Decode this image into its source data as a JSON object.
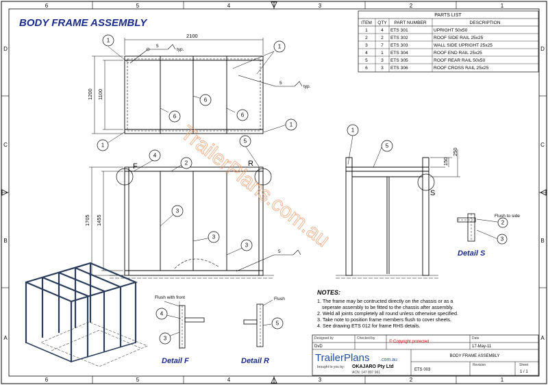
{
  "drawing_title": "BODY FRAME ASSEMBLY",
  "zones": {
    "columns": [
      "6",
      "5",
      "4",
      "3",
      "2",
      "1"
    ],
    "rows": [
      "D",
      "C",
      "B",
      "A"
    ]
  },
  "parts_list": {
    "title": "PARTS LIST",
    "headers": [
      "ITEM",
      "QTY",
      "PART NUMBER",
      "DESCRIPTION"
    ],
    "rows": [
      [
        "1",
        "4",
        "ETS 301",
        "UPRIGHT 50x50"
      ],
      [
        "2",
        "2",
        "ETS 302",
        "ROOF SIDE RAIL 25x25"
      ],
      [
        "3",
        "7",
        "ETS 303",
        "WALL SIDE UPRIGHT 25x25"
      ],
      [
        "4",
        "1",
        "ETS 304",
        "ROOF END RAIL 25x25"
      ],
      [
        "5",
        "3",
        "ETS 305",
        "ROOF REAR RAIL 50x50"
      ],
      [
        "6",
        "3",
        "ETS 306",
        "ROOF CROSS RAIL 25x25"
      ]
    ]
  },
  "dimensions": {
    "top_width": "2100",
    "top_depth_outer": "1200",
    "top_depth_inner": "1100",
    "side_height_outer": "1705",
    "side_height_inner": "1455",
    "end_top_1": "250",
    "end_top_2": "150"
  },
  "weld_symbols": {
    "size": "5",
    "note": "typ."
  },
  "section_letters": {
    "f": "F",
    "r": "R",
    "s": "S"
  },
  "details": {
    "f": {
      "title": "Detail F",
      "note": "Flush with front"
    },
    "r": {
      "title": "Detail R",
      "note": "Flush"
    },
    "s": {
      "title": "Detail S",
      "note": "Flush to side"
    }
  },
  "notes": {
    "heading": "NOTES:",
    "items": [
      "1. The frame may be contructed directly on the chassis or as a",
      "seperate assembly to be fitted to the chassis after assembly.",
      "2. Weld all joints completely all round unless otherwise specified.",
      "3. Take note to position frame members flush to cover sheets.",
      "4. See drawing ETS 012 for frame RHS details."
    ]
  },
  "title_block": {
    "designed_by_label": "Designed by",
    "designed_by": "DvD",
    "checked_by_label": "Checked by",
    "copyright": "© Copyright protected",
    "date_label": "Date",
    "date": "17-May-11",
    "logo_main": "TrailerPlans",
    "logo_suffix": ".com.au",
    "brought_by": "brought to you by:",
    "company": "OKAJARO Pty Ltd",
    "acn": "ACN: 147 897 961",
    "title": "BODY FRAME ASSEMBLY",
    "drawing_number": "ETS 003",
    "revision_label": "Revision",
    "sheet_label": "Sheet",
    "sheet": "1 / 1"
  },
  "watermark": "TrailerPlans.com.au",
  "colors": {
    "line": "#000000",
    "title_blue": "#1a2a8a",
    "watermark": "#f0a070",
    "copyright": "#cc0000",
    "logo_blue": "#1c4fa0",
    "iso_frame": "#2a3b5a"
  }
}
